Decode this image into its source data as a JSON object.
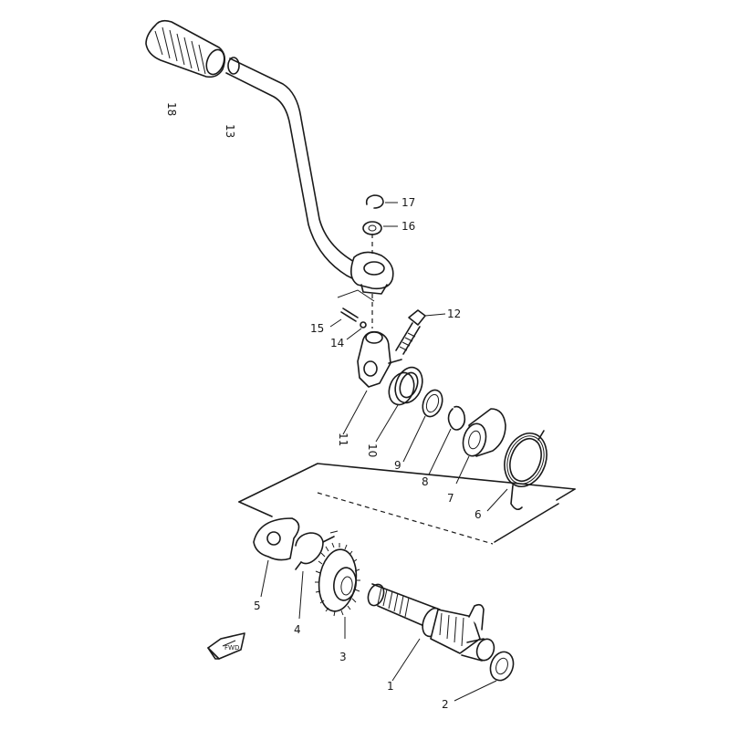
{
  "diagram": {
    "part_numbers": {
      "p1": "1",
      "p2": "2",
      "p3": "3",
      "p4": "4",
      "p5": "5",
      "p6": "6",
      "p7": "7",
      "p8": "8",
      "p9": "9",
      "p10": "10",
      "p11": "11",
      "p12": "12",
      "p13": "13",
      "p14": "14",
      "p15": "15",
      "p16": "16",
      "p17": "17",
      "p18": "18"
    },
    "front_marker": "FWD"
  }
}
